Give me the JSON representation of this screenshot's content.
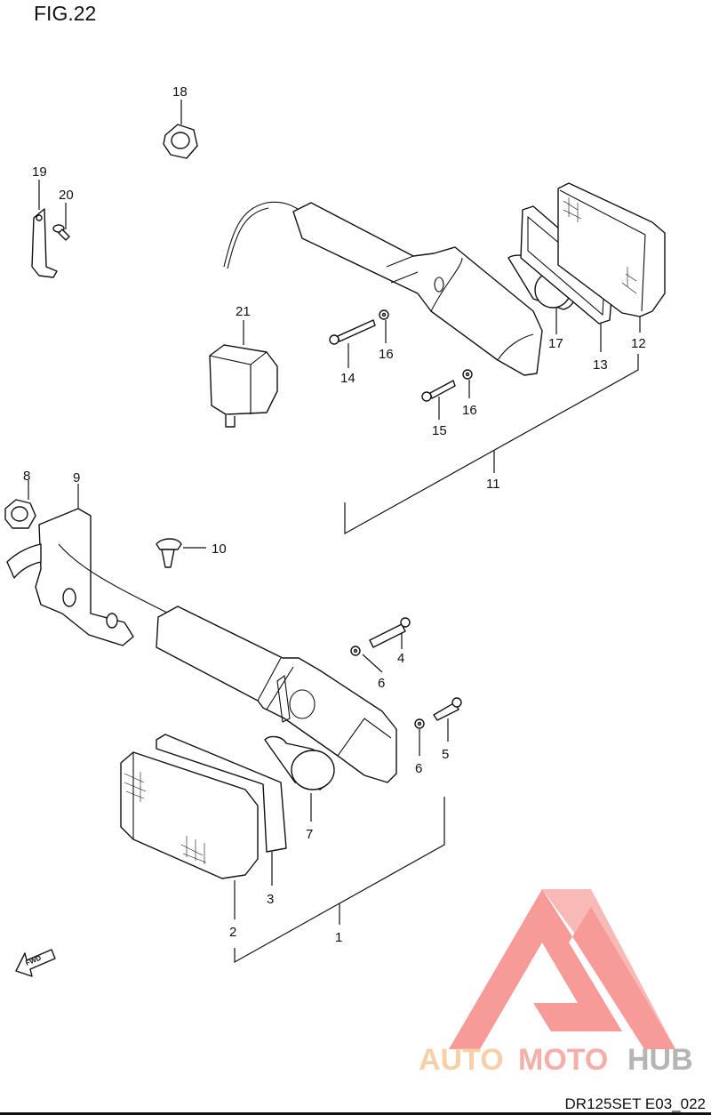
{
  "figure": {
    "title": "FIG.22",
    "code": "DR125SET E03_022"
  },
  "fwd_label": "FWD",
  "callouts": {
    "c1": "1",
    "c2": "2",
    "c3": "3",
    "c4": "4",
    "c5": "5",
    "c6a": "6",
    "c6b": "6",
    "c7": "7",
    "c8": "8",
    "c9": "9",
    "c10": "10",
    "c11": "11",
    "c12": "12",
    "c13": "13",
    "c14": "14",
    "c15": "15",
    "c16a": "16",
    "c16b": "16",
    "c17": "17",
    "c18": "18",
    "c19": "19",
    "c20": "20",
    "c21": "21"
  },
  "watermark": {
    "part1": "AUTO",
    "part2": "MOTO",
    "part3": "HUB",
    "colors": {
      "auto": "#f7c89a",
      "moto": "#f4a29c",
      "hub": "#a9a9a9",
      "triangle": "#f58a86"
    }
  }
}
